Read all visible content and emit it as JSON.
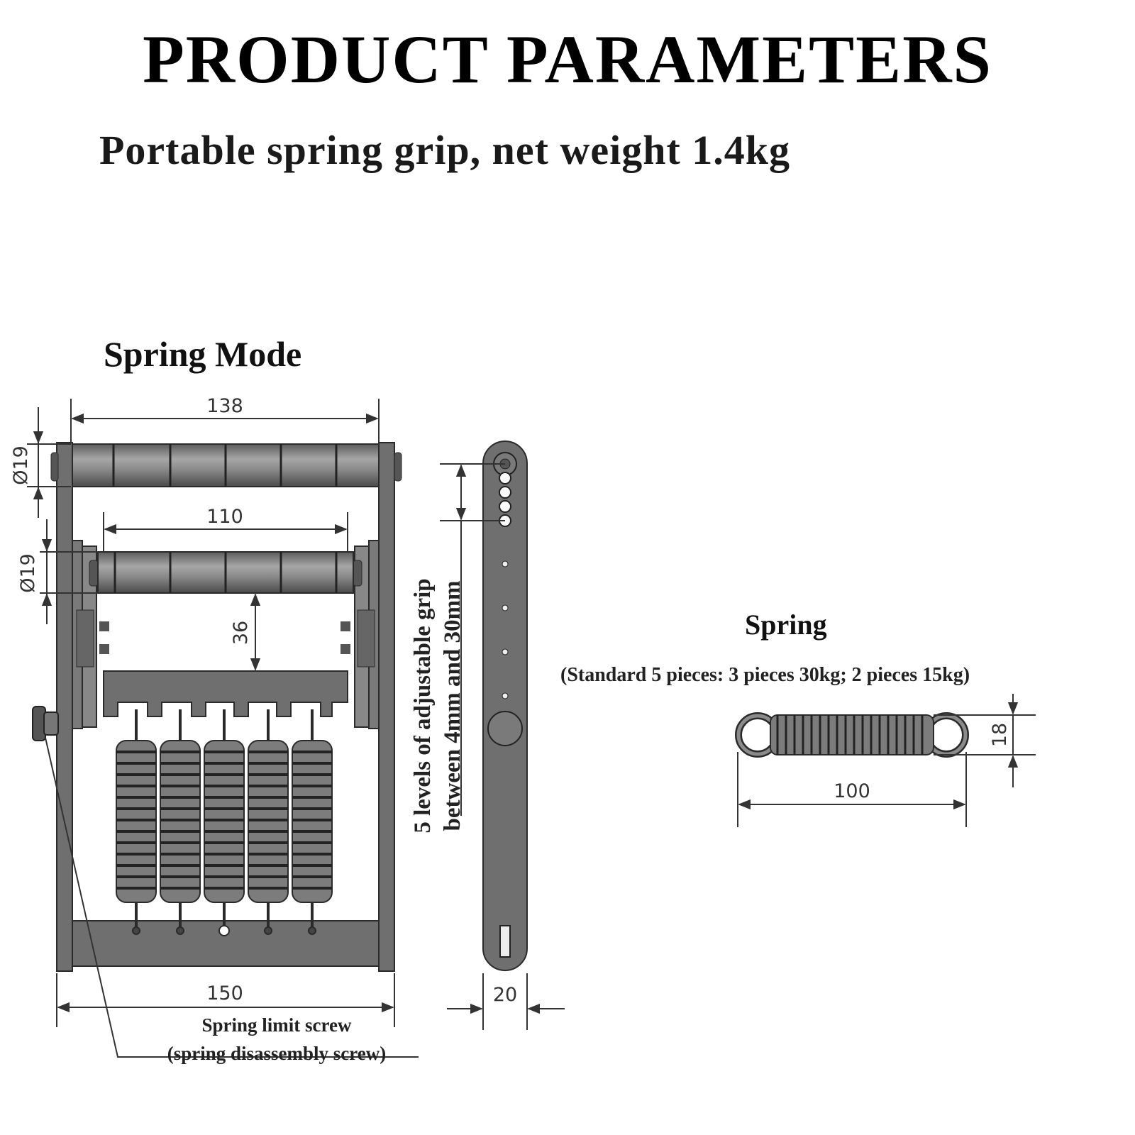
{
  "header": {
    "title": "PRODUCT PARAMETERS",
    "subtitle": "Portable spring grip, net weight 1.4kg"
  },
  "spring_mode": {
    "heading": "Spring Mode",
    "dimensions": {
      "top_width": "138",
      "inner_width": "110",
      "top_handle_diameter": "Ø19",
      "lower_handle_diameter": "Ø19",
      "grip_gap": "36",
      "base_width": "150",
      "side_bar_width": "20"
    },
    "adjustable_note_line1": "5 levels of adjustable grip",
    "adjustable_note_line2": "between 4mm and 30mm",
    "screw_label_line1": "Spring limit screw",
    "screw_label_line2": "(spring disassembly screw)"
  },
  "spring": {
    "heading": "Spring",
    "note": "(Standard 5 pieces: 3 pieces 30kg; 2 pieces 15kg)",
    "length": "100",
    "diameter": "18"
  },
  "colors": {
    "metal": "#6f6f6f",
    "metal_light": "#9a9a9a",
    "outline": "#2a2a2a",
    "dimension_line": "#333333"
  }
}
